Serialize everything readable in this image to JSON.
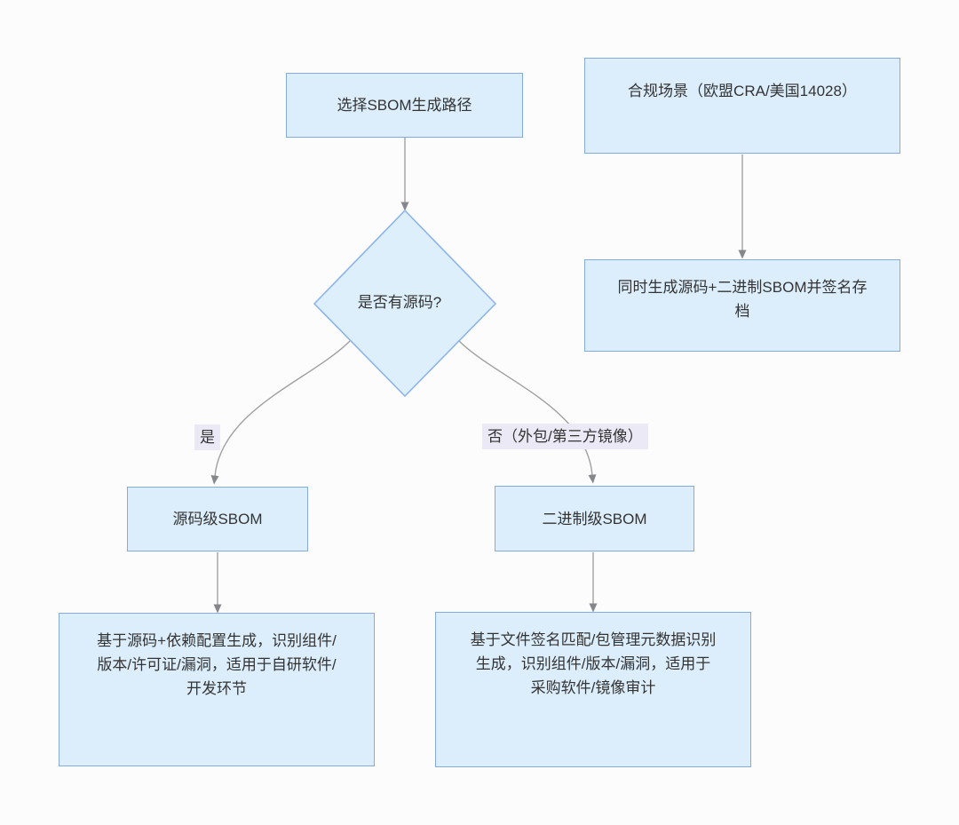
{
  "diagram": {
    "type": "flowchart",
    "nodes": {
      "select_path": {
        "label": "选择SBOM生成路径"
      },
      "compliance": {
        "label": "合规场景（欧盟CRA/美国14028）"
      },
      "decision": {
        "label": "是否有源码?"
      },
      "dual_sbom": {
        "label": "同时生成源码+二进制SBOM并签名存\n档"
      },
      "source_sbom": {
        "label": "源码级SBOM"
      },
      "binary_sbom": {
        "label": "二进制级SBOM"
      },
      "source_detail": {
        "label": "基于源码+依赖配置生成，识别组件/\n版本/许可证/漏洞，适用于自研软件/\n开发环节"
      },
      "binary_detail": {
        "label": "基于文件签名匹配/包管理元数据识别\n生成，识别组件/版本/漏洞，适用于\n采购软件/镜像审计"
      }
    },
    "edge_labels": {
      "yes": "是",
      "no": "否（外包/第三方镜像）"
    },
    "edges": [
      {
        "from": "select_path",
        "to": "decision"
      },
      {
        "from": "compliance",
        "to": "dual_sbom"
      },
      {
        "from": "decision",
        "to": "source_sbom",
        "label": "是"
      },
      {
        "from": "decision",
        "to": "binary_sbom",
        "label": "否（外包/第三方镜像）"
      },
      {
        "from": "source_sbom",
        "to": "source_detail"
      },
      {
        "from": "binary_sbom",
        "to": "binary_detail"
      }
    ],
    "palette": {
      "node_fill": "#dceefb",
      "node_border": "#85abdc",
      "diamond_border": "#8db4ec",
      "connector": "#a0a0a0",
      "arrowhead": "#85878a",
      "edge_label_bg": "#ece9f7",
      "text": "#333333",
      "background": "#fcfcfc"
    }
  }
}
